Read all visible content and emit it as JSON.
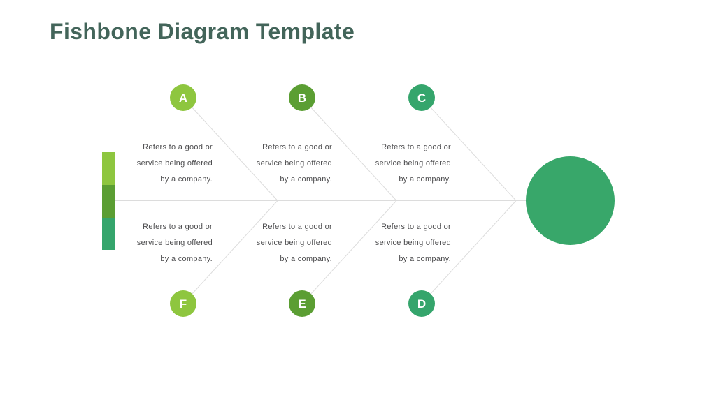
{
  "slide": {
    "title": "Fishbone Diagram Template"
  },
  "colors": {
    "background": "#ffffff",
    "title_text": "#43655a",
    "body_text": "#4e4e50",
    "connector_line": "#dcdcdc",
    "node_letter": "#ffffff",
    "green_light": "#8ec63f",
    "green_mid": "#5b9e33",
    "green_teal": "#35a56c",
    "effect_circle": "#38a76a"
  },
  "diagram": {
    "cause_description_lines": [
      "Refers to a good or",
      "service being offered",
      "by a company."
    ],
    "top_nodes": [
      {
        "label": "A",
        "color": "#8ec63f"
      },
      {
        "label": "B",
        "color": "#5b9e33"
      },
      {
        "label": "C",
        "color": "#35a56c"
      }
    ],
    "bottom_nodes": [
      {
        "label": "F",
        "color": "#8ec63f"
      },
      {
        "label": "E",
        "color": "#5b9e33"
      },
      {
        "label": "D",
        "color": "#35a56c"
      }
    ],
    "tail_colors": [
      "#8ec63f",
      "#5b9e33",
      "#35a56c"
    ]
  }
}
